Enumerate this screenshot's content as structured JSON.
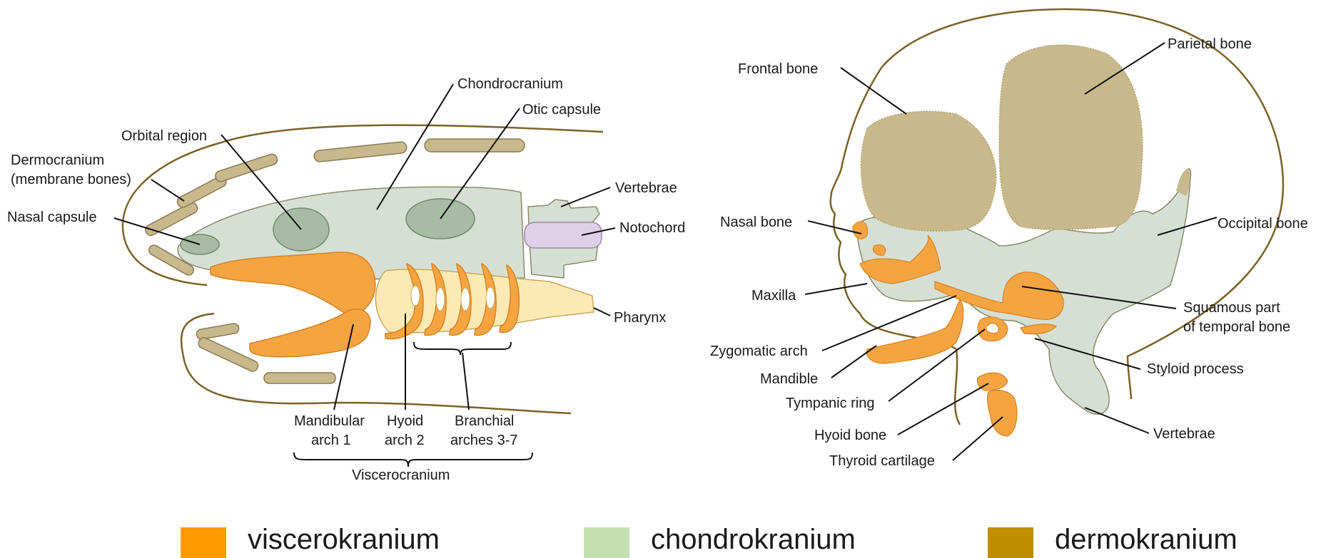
{
  "colors": {
    "viscero": "#f5a442",
    "chondro": "#d6dfd3",
    "chondro_dark": "#a8bca5",
    "dermo_bone": "#c9b88b",
    "notochord": "#ddd0e8",
    "pharynx": "#fde9b4",
    "outline": "#7a6228",
    "legend_viscero": "#ff9a00",
    "legend_chondro": "#c6e0b4",
    "legend_dermo": "#bf8f00"
  },
  "left_diagram": {
    "labels": {
      "chondrocranium": "Chondrocranium",
      "otic_capsule": "Otic capsule",
      "orbital_region": "Orbital region",
      "dermocranium_1": "Dermocranium",
      "dermocranium_2": "(membrane bones)",
      "nasal_capsule": "Nasal capsule",
      "vertebrae": "Vertebrae",
      "notochord": "Notochord",
      "pharynx": "Pharynx",
      "mandibular_1": "Mandibular",
      "mandibular_2": "arch 1",
      "hyoid_1": "Hyoid",
      "hyoid_2": "arch 2",
      "branchial_1": "Branchial",
      "branchial_2": "arches 3-7",
      "viscerocranium": "Viscerocranium"
    }
  },
  "right_diagram": {
    "labels": {
      "frontal_bone": "Frontal bone",
      "parietal_bone": "Parietal bone",
      "nasal_bone": "Nasal bone",
      "occipital_bone": "Occipital bone",
      "maxilla": "Maxilla",
      "squamous_1": "Squamous part",
      "squamous_2": "of temporal bone",
      "zygomatic_arch": "Zygomatic arch",
      "mandible": "Mandible",
      "styloid_process": "Styloid process",
      "tympanic_ring": "Tympanic ring",
      "hyoid_bone": "Hyoid bone",
      "vertebrae": "Vertebrae",
      "thyroid_cartilage": "Thyroid cartilage"
    }
  },
  "legend": [
    {
      "label": "viscerokranium",
      "color": "#ff9a00"
    },
    {
      "label": "chondrokranium",
      "color": "#c6e0b4"
    },
    {
      "label": "dermokranium",
      "color": "#bf8f00"
    }
  ]
}
